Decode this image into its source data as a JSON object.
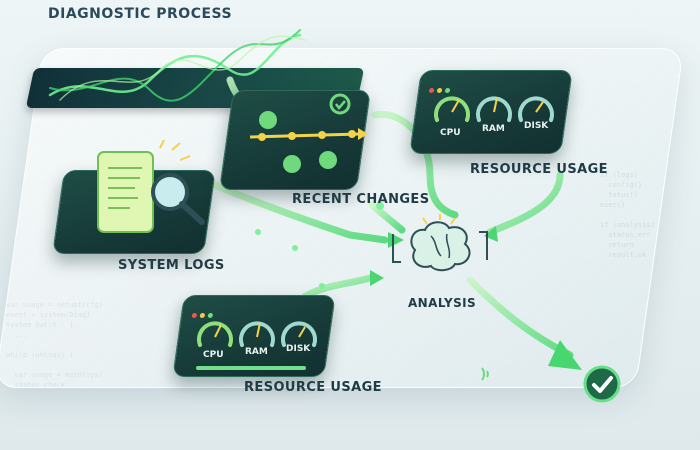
{
  "title": "DIAGNOSTIC PROCESS",
  "nodes": {
    "system_logs": "SYSTEM LOGS",
    "recent_changes": "RECENT CHANGES",
    "resource_usage_top": "RESOURCE USAGE",
    "resource_usage_bottom": "RESOURCE USAGE",
    "analysis": "ANALYSIS"
  },
  "gauges_top": [
    "CPU",
    "RAM",
    "DISK"
  ],
  "gauges_bottom": [
    "CPU",
    "RAM",
    "DISK"
  ],
  "icons": {
    "logs": "scroll-magnifier-icon",
    "changes": "gear-timeline-icon",
    "analysis": "brain-icon",
    "result": "checkmark-icon"
  },
  "colors": {
    "accent_green": "#5fe07a",
    "card_dark": "#163a38",
    "text_dark": "#1f3b45"
  }
}
